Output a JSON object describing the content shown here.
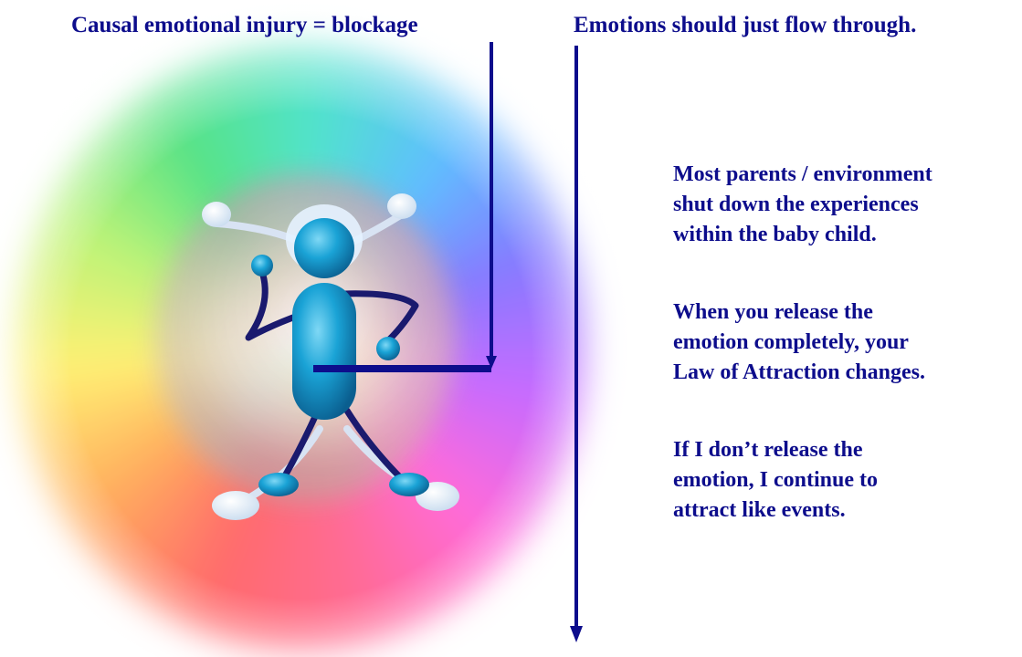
{
  "headings": {
    "left": "Causal emotional injury = blockage",
    "right": "Emotions should just flow through."
  },
  "paragraphs": {
    "p1": "Most parents / environment\nshut down the experiences\nwithin the baby child.",
    "p2": "When you release the\nemotion completely, your\nLaw of Attraction changes.",
    "p3": "If I don’t release the\nemotion, I continue to\nattract like events."
  },
  "colors": {
    "text": "#0d0d8c",
    "arrow": "#0d0d8c",
    "figure_body": "#1a8fc8",
    "figure_outline": "#1a1a6e"
  },
  "icons": {
    "figure": "stick-figure-icon",
    "blockage_arrow": "arrow-down-icon",
    "flow_arrow": "arrow-down-icon"
  }
}
